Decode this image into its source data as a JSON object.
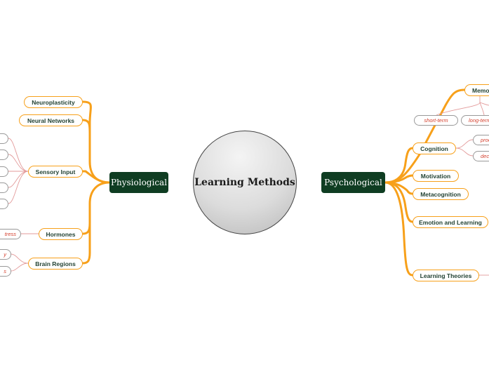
{
  "center": {
    "label": "Learning Methods"
  },
  "colors": {
    "branch": "#f7a01a",
    "leaf_link": "#e39a9a",
    "main_fill": "#0f3d22",
    "leaf_text": "#d4402e"
  },
  "left_branch": {
    "label": "Physiological",
    "topics": [
      {
        "label": "Neuroplasticity"
      },
      {
        "label": "Neural Networks"
      },
      {
        "label": "Sensory Input"
      },
      {
        "label": "Hormones"
      },
      {
        "label": "Brain Regions"
      }
    ],
    "sensory_leaves": [
      "",
      "",
      "",
      "",
      ""
    ],
    "hormone_leaves": [
      "tress"
    ],
    "brain_leaves": [
      "y",
      "s"
    ]
  },
  "right_branch": {
    "label": "Psychological",
    "topics": [
      {
        "label": "Memo"
      },
      {
        "label": "Cognition"
      },
      {
        "label": "Motivation"
      },
      {
        "label": "Metacognition"
      },
      {
        "label": "Emotion and Learning"
      },
      {
        "label": "Learning Theories"
      }
    ],
    "memory_leaves": [
      "short-term",
      "long-term"
    ],
    "cognition_leaves": [
      "proc",
      "deci"
    ]
  }
}
